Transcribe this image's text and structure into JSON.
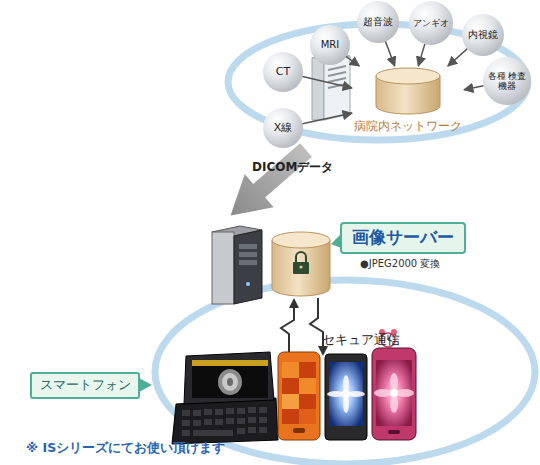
{
  "diagram": {
    "nodes": [
      {
        "text": [
          "病院内ネットワーク"
        ]
      },
      {
        "text": [
          "CT"
        ]
      },
      {
        "text": [
          "MRI"
        ]
      },
      {
        "text": [
          "超音波"
        ]
      },
      {
        "text": [
          "アンギオ"
        ]
      },
      {
        "text": [
          "内視鏡"
        ]
      },
      {
        "text": [
          "各種 検査機器"
        ]
      },
      {
        "text": [
          "X線"
        ]
      },
      {
        "text": [
          "画像サーバー",
          "●JPEG2000 変換"
        ]
      },
      {
        "text": [
          "スマートフォン"
        ]
      }
    ],
    "edges": [
      {
        "from": 1,
        "to": 0,
        "arrow": "to"
      },
      {
        "from": 2,
        "to": 0,
        "arrow": "to"
      },
      {
        "from": 3,
        "to": 0,
        "arrow": "to"
      },
      {
        "from": 4,
        "to": 0,
        "arrow": "to"
      },
      {
        "from": 5,
        "to": 0,
        "arrow": "to"
      },
      {
        "from": 6,
        "to": 0,
        "arrow": "to"
      },
      {
        "from": 7,
        "to": 0,
        "arrow": "to"
      }
    ],
    "labels": [
      "DICOMデータ",
      "セキュア通信",
      "※ ISシリーズにてお使い頂けます"
    ]
  }
}
